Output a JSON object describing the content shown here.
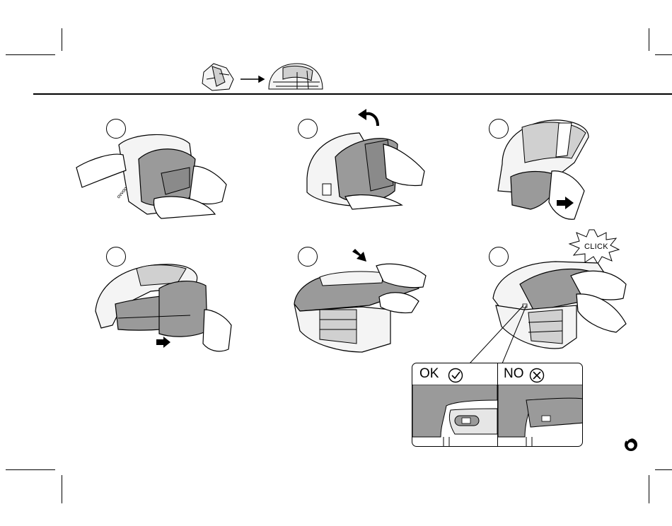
{
  "click_burst": {
    "text": "CLICK"
  },
  "status_ok": {
    "label": "OK"
  },
  "status_no": {
    "label": "NO"
  },
  "colors": {
    "ink": "#000000",
    "shell_gray": "#9a9a9a",
    "shell_light": "#f4f4f4",
    "background": "#ffffff"
  },
  "icons": [
    "step-number-circle",
    "rotate-arrow-icon",
    "push-arrow-icon",
    "check-circle-icon",
    "cross-circle-icon",
    "page-marker-icon"
  ]
}
